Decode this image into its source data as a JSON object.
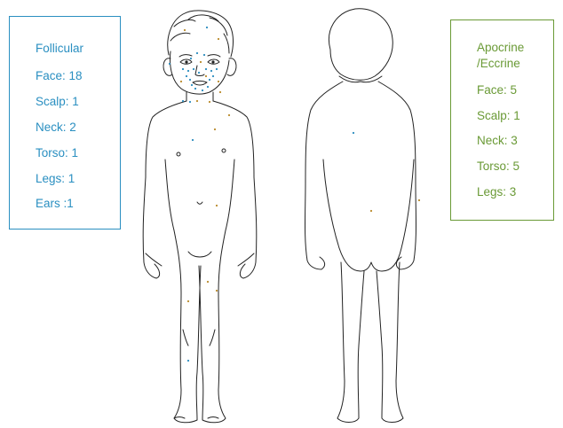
{
  "colors": {
    "follicular": "#2a8fc1",
    "apocrine": "#6a9a36",
    "outline": "#222222",
    "follicular_dot": "#2b8cbf",
    "apocrine_dot": "#b98a2a"
  },
  "legend_follicular": {
    "title": "Follicular",
    "rows": [
      "Face: 18",
      "Scalp: 1",
      "Neck: 2",
      "Torso: 1",
      "Legs: 1",
      "Ears :1"
    ]
  },
  "legend_apocrine": {
    "title_line1": "Apocrine",
    "title_line2": "/Eccrine",
    "rows": [
      "Face: 5",
      "Scalp: 1",
      "Neck: 3",
      "Torso: 5",
      "Legs: 3"
    ]
  }
}
